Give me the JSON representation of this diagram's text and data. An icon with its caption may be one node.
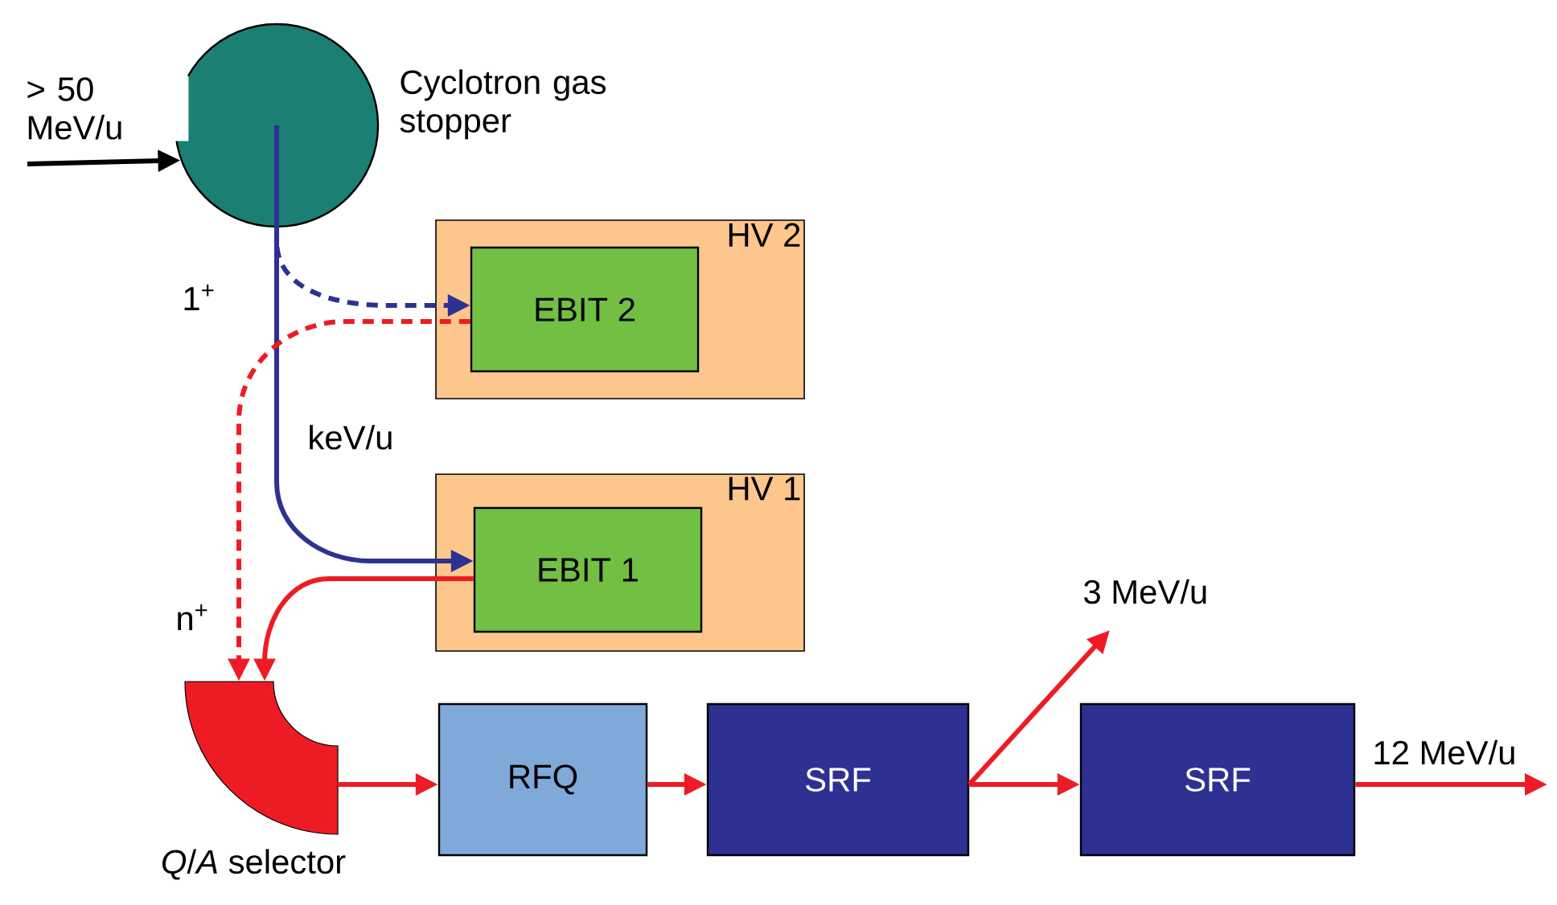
{
  "diagram": {
    "nodes": [
      {
        "text": [],
        "shape": "circle",
        "beside": [
          "Cyclotron gas stopper"
        ]
      },
      {
        "text": [
          "HV 2"
        ]
      },
      {
        "text": [
          "EBIT 2"
        ],
        "in": 1
      },
      {
        "text": [
          "HV 1"
        ]
      },
      {
        "text": [
          "EBIT 1"
        ],
        "in": 3
      },
      {
        "text": [
          "*Q*/*A* selector"
        ]
      },
      {
        "text": [
          "RFQ"
        ]
      },
      {
        "text": [
          "SRF"
        ]
      },
      {
        "text": [
          "SRF"
        ]
      }
    ],
    "edges": [
      {
        "from": null,
        "to": 0,
        "arrow": "to",
        "label": "> 50 MeV/u",
        "color": "#000000"
      },
      {
        "from": 0,
        "to": 4,
        "arrow": "to",
        "color": "#2e3192"
      },
      {
        "from": 0,
        "to": 2,
        "arrow": "to",
        "style": "dashed",
        "color": "#2e3192"
      },
      {
        "from": 2,
        "to": 5,
        "arrow": "to",
        "style": "dashed"
      },
      {
        "from": 4,
        "to": 5,
        "arrow": "to"
      },
      {
        "from": 5,
        "to": 6,
        "arrow": "to"
      },
      {
        "from": 6,
        "to": 7,
        "arrow": "to"
      },
      {
        "from": 7,
        "to": 8,
        "arrow": "to"
      },
      {
        "from": 7,
        "to": null,
        "arrow": "to",
        "label": "3 MeV/u"
      },
      {
        "from": 8,
        "to": null,
        "arrow": "to",
        "label": "12 MeV/u"
      }
    ],
    "labels": [
      "1$^{+}$",
      "keV/u",
      "n$^{+}$"
    ]
  }
}
